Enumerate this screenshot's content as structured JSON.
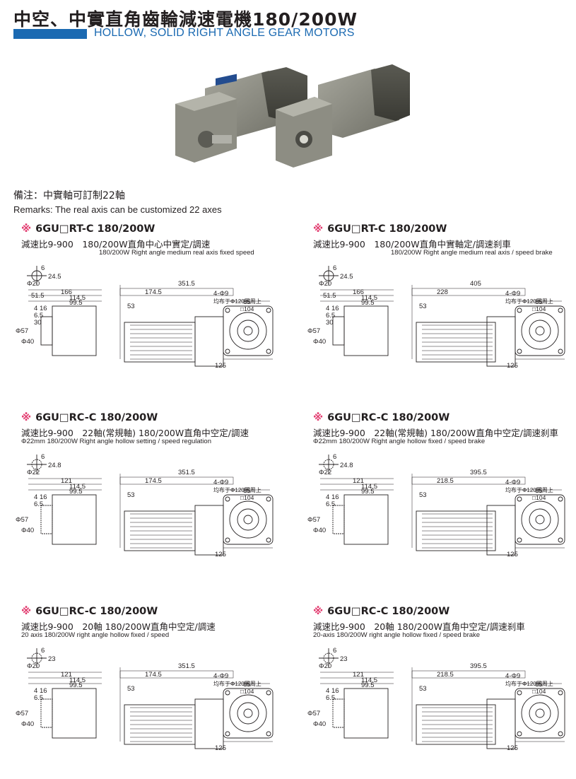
{
  "header": {
    "title_cn": "中空、中實直角齒輪減速電機180/200W",
    "title_en": "HOLLOW, SOLID RIGHT ANGLE GEAR MOTORS"
  },
  "colors": {
    "accent": "#1b6ab2",
    "marker": "#e23a6e",
    "motor_body": "#8a8a80"
  },
  "notes": {
    "cn": "備注：中實軸可訂制22軸",
    "en": "Remarks: The real axis can be customized 22 axes"
  },
  "sections": [
    {
      "marker": "※",
      "model": "6GU□RT-C 180/200W",
      "desc_cn": "減速比9-900　180/200W直角中心中實定/調速",
      "desc_en": "180/200W Right angle medium real axis fixed speed",
      "dims": {
        "sq1": "6",
        "d24": "24.5",
        "phi20": "Φ20",
        "l166": "166",
        "l51": "51.5",
        "l114": "114.5",
        "l99": "99.5",
        "l4": "4",
        "l16": "16",
        "l6": "6.5",
        "l30": "30",
        "phi57": "Φ57",
        "phi40": "Φ40",
        "total": "351.5",
        "motor": "174.5",
        "l53": "53",
        "holes": "4-Φ9",
        "pcd": "均布于Φ120圓周上",
        "sq104": "□104",
        "l85": "85",
        "l125": "125"
      }
    },
    {
      "marker": "※",
      "model": "6GU□RT-C 180/200W",
      "desc_cn": "減速比9-900　180/200W直角中實軸定/調速刹車",
      "desc_en": "180/200W Right angle medium real axis / speed brake",
      "dims": {
        "sq1": "6",
        "d24": "24.5",
        "phi20": "Φ20",
        "l166": "166",
        "l51": "51.5",
        "l114": "114.5",
        "l99": "99.5",
        "l4": "4",
        "l16": "16",
        "l6": "6.5",
        "l30": "30",
        "phi57": "Φ57",
        "phi40": "Φ40",
        "total": "405",
        "motor": "228",
        "l53": "53",
        "holes": "4-Φ9",
        "pcd": "均布于Φ120圓周上",
        "sq104": "□104",
        "l85": "85",
        "l125": "125"
      }
    },
    {
      "marker": "※",
      "model": "6GU□RC-C 180/200W",
      "desc_cn": "減速比9-900　22軸(常規軸)  180/200W直角中空定/調速",
      "desc_en": "Φ22mm  180/200W  Right angle hollow setting / speed regulation",
      "dims": {
        "sq1": "6",
        "d24": "24.8",
        "phi20": "Φ22",
        "l166": "121",
        "l51": "",
        "l114": "114.5",
        "l99": "99.5",
        "l4": "4",
        "l16": "16",
        "l6": "6.5",
        "l30": "",
        "phi57": "Φ57",
        "phi40": "Φ40",
        "total": "351.5",
        "motor": "174.5",
        "l53": "53",
        "holes": "4-Φ9",
        "pcd": "均布于Φ120圓周上",
        "sq104": "□104",
        "l85": "85",
        "l125": "125"
      }
    },
    {
      "marker": "※",
      "model": "6GU□RC-C 180/200W",
      "desc_cn": "減速比9-900　22軸(常規軸)  180/200W直角中空定/調速刹車",
      "desc_en": "Φ22mm  180/200W Right angle hollow fixed / speed brake",
      "dims": {
        "sq1": "6",
        "d24": "24.8",
        "phi20": "Φ22",
        "l166": "121",
        "l51": "",
        "l114": "114.5",
        "l99": "99.5",
        "l4": "4",
        "l16": "16",
        "l6": "6.5",
        "l30": "",
        "phi57": "Φ57",
        "phi40": "Φ40",
        "total": "395.5",
        "motor": "218.5",
        "l53": "53",
        "holes": "4-Φ9",
        "pcd": "均布于Φ120圓周上",
        "sq104": "□104",
        "l85": "85",
        "l125": "125"
      }
    },
    {
      "marker": "※",
      "model": "6GU□RC-C 180/200W",
      "desc_cn": "減速比9-900　20軸 180/200W直角中空定/調速",
      "desc_en": "20 axis 180/200W right angle hollow fixed / speed",
      "dims": {
        "sq1": "6",
        "d24": "23",
        "phi20": "Φ20",
        "l166": "121",
        "l51": "",
        "l114": "114.5",
        "l99": "99.5",
        "l4": "4",
        "l16": "16",
        "l6": "6.5",
        "l30": "",
        "phi57": "Φ57",
        "phi40": "Φ40",
        "total": "351.5",
        "motor": "174.5",
        "l53": "53",
        "holes": "4-Φ9",
        "pcd": "均布于Φ120圓周上",
        "sq104": "□104",
        "l85": "85",
        "l125": "125"
      }
    },
    {
      "marker": "※",
      "model": "6GU□RC-C 180/200W",
      "desc_cn": "減速比9-900　20軸 180/200W直角中空定/調速刹車",
      "desc_en": "20-axis 180/200W right angle hollow fixed / speed brake",
      "dims": {
        "sq1": "6",
        "d24": "23",
        "phi20": "Φ20",
        "l166": "121",
        "l51": "",
        "l114": "114.5",
        "l99": "99.5",
        "l4": "4",
        "l16": "16",
        "l6": "6.5",
        "l30": "",
        "phi57": "Φ57",
        "phi40": "Φ40",
        "total": "395.5",
        "motor": "218.5",
        "l53": "53",
        "holes": "4-Φ9",
        "pcd": "均布于Φ120圓周上",
        "sq104": "□104",
        "l85": "85",
        "l125": "125"
      }
    }
  ]
}
